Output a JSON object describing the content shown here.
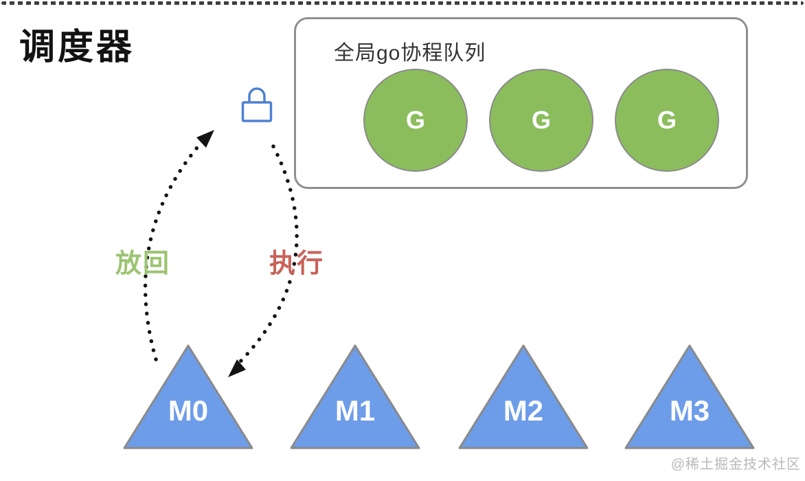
{
  "header": {
    "title": "调度器"
  },
  "global_queue": {
    "label": "全局go协程队列",
    "goroutines": [
      {
        "label": "G"
      },
      {
        "label": "G"
      },
      {
        "label": "G"
      }
    ],
    "circle_fill": "#8cbd5d",
    "border_color": "#8f8f8f"
  },
  "lock_icon": {
    "name": "lock-icon",
    "color": "#4d80d2"
  },
  "arrows": {
    "put_back_label": "放回",
    "put_back_color": "#9cc471",
    "execute_label": "执行",
    "execute_color": "#c96159",
    "dot_color": "#141414"
  },
  "machines": [
    {
      "label": "M0"
    },
    {
      "label": "M1"
    },
    {
      "label": "M2"
    },
    {
      "label": "M3"
    }
  ],
  "machine_fill": "#6d9ce8",
  "watermark": "@稀土掘金技术社区"
}
